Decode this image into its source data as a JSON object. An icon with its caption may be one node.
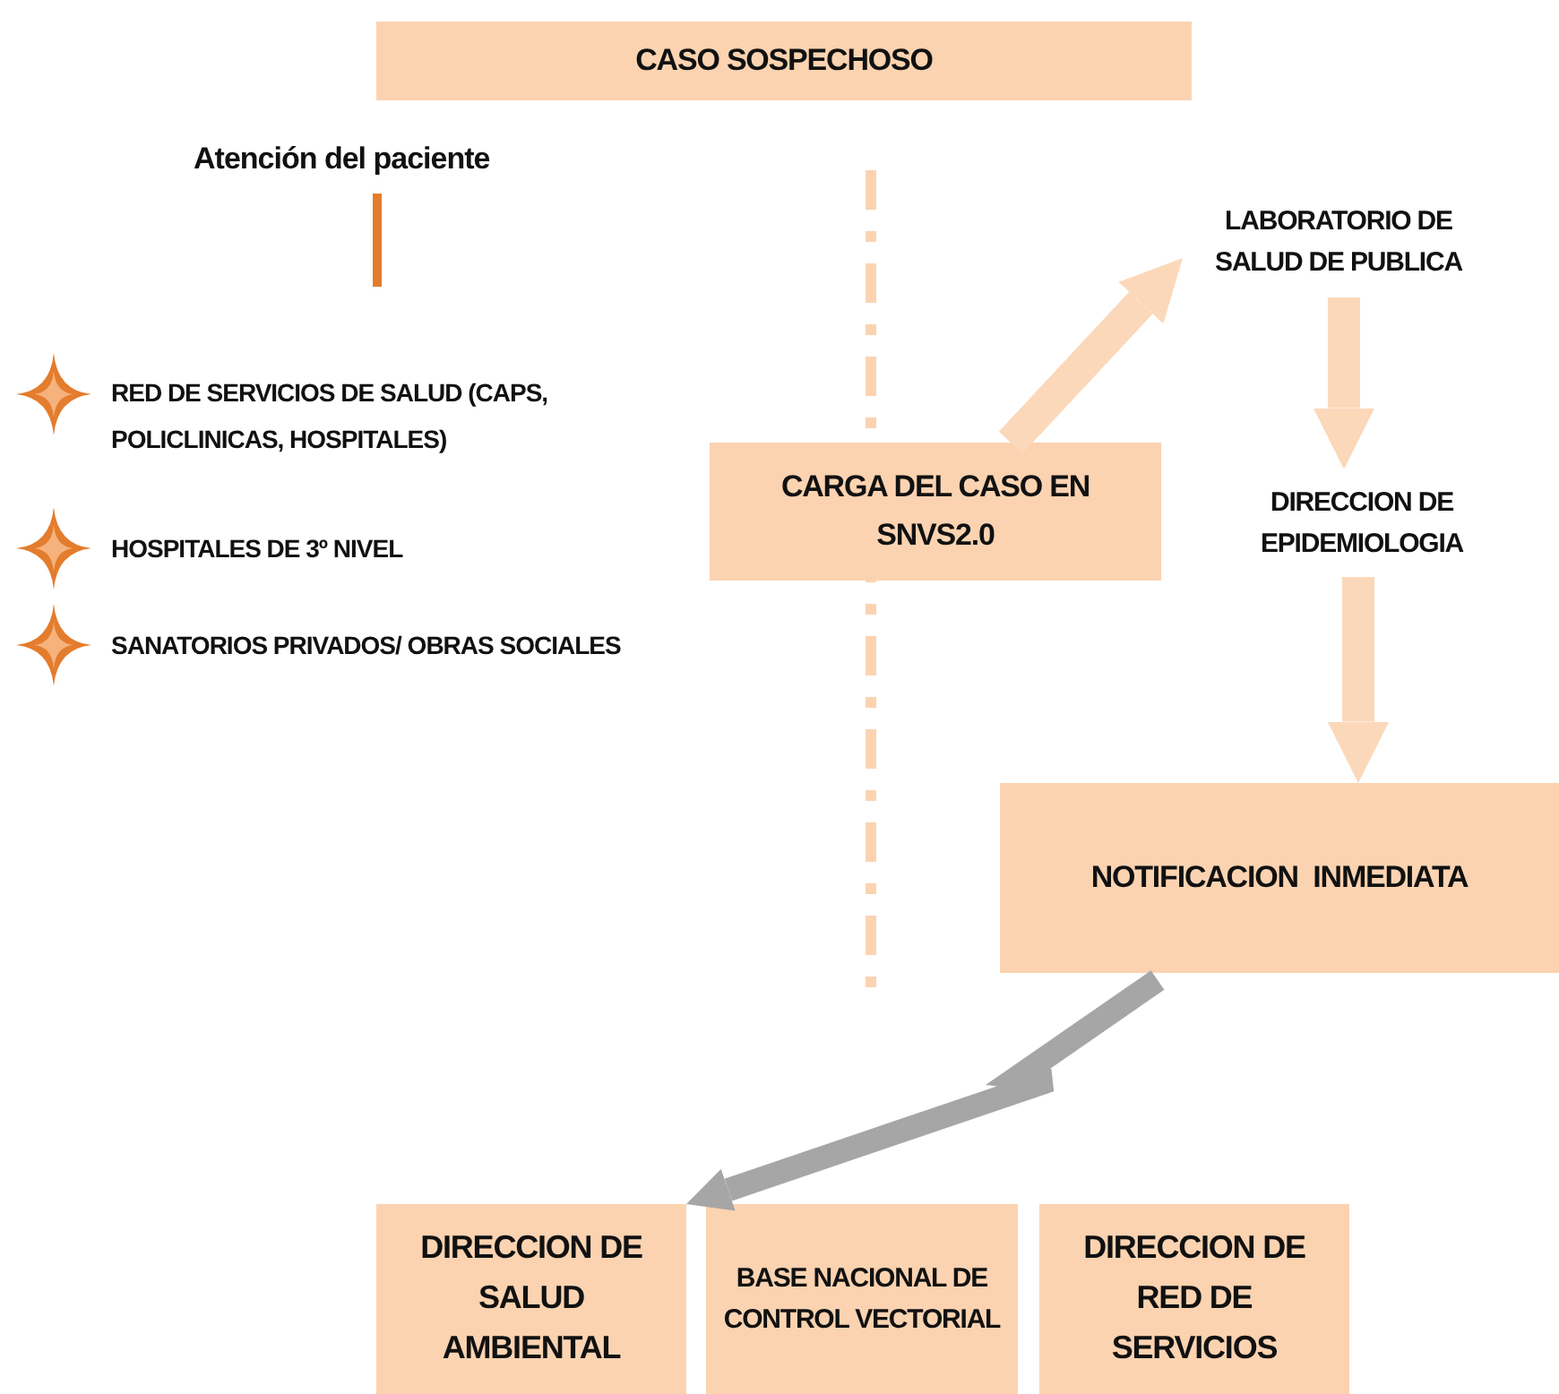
{
  "diagram": {
    "nodes": [
      {
        "text": [
          "CASO SOSPECHOSO"
        ]
      },
      {
        "text": [
          "CARGA DEL CASO EN SNVS2.0"
        ]
      },
      {
        "text": [
          "LABORATORIO DE SALUD DE PUBLICA"
        ]
      },
      {
        "text": [
          "DIRECCION DE EPIDEMIOLOGIA"
        ]
      },
      {
        "text": [
          "NOTIFICACION  INMEDIATA"
        ]
      },
      {
        "text": [
          "DIRECCION DE SALUD AMBIENTAL"
        ]
      },
      {
        "text": [
          "BASE NACIONAL DE CONTROL VECTORIAL"
        ]
      },
      {
        "text": [
          "DIRECCION DE RED DE SERVICIOS"
        ]
      }
    ],
    "edges": [
      {
        "from": 1,
        "to": 2,
        "arrow": "to"
      },
      {
        "from": 2,
        "to": 3,
        "arrow": "to"
      },
      {
        "from": 3,
        "to": 4,
        "arrow": "to"
      },
      {
        "from": 4,
        "to": 5,
        "arrow": "to",
        "color": "#a6a6a6"
      }
    ],
    "labels": [
      "Atención del paciente",
      "RED DE SERVICIOS DE SALUD (CAPS, POLICLINICAS, HOSPITALES)",
      "HOSPITALES DE 3º NIVEL",
      "SANATORIOS PRIVADOS/ OBRAS SOCIALES"
    ]
  }
}
